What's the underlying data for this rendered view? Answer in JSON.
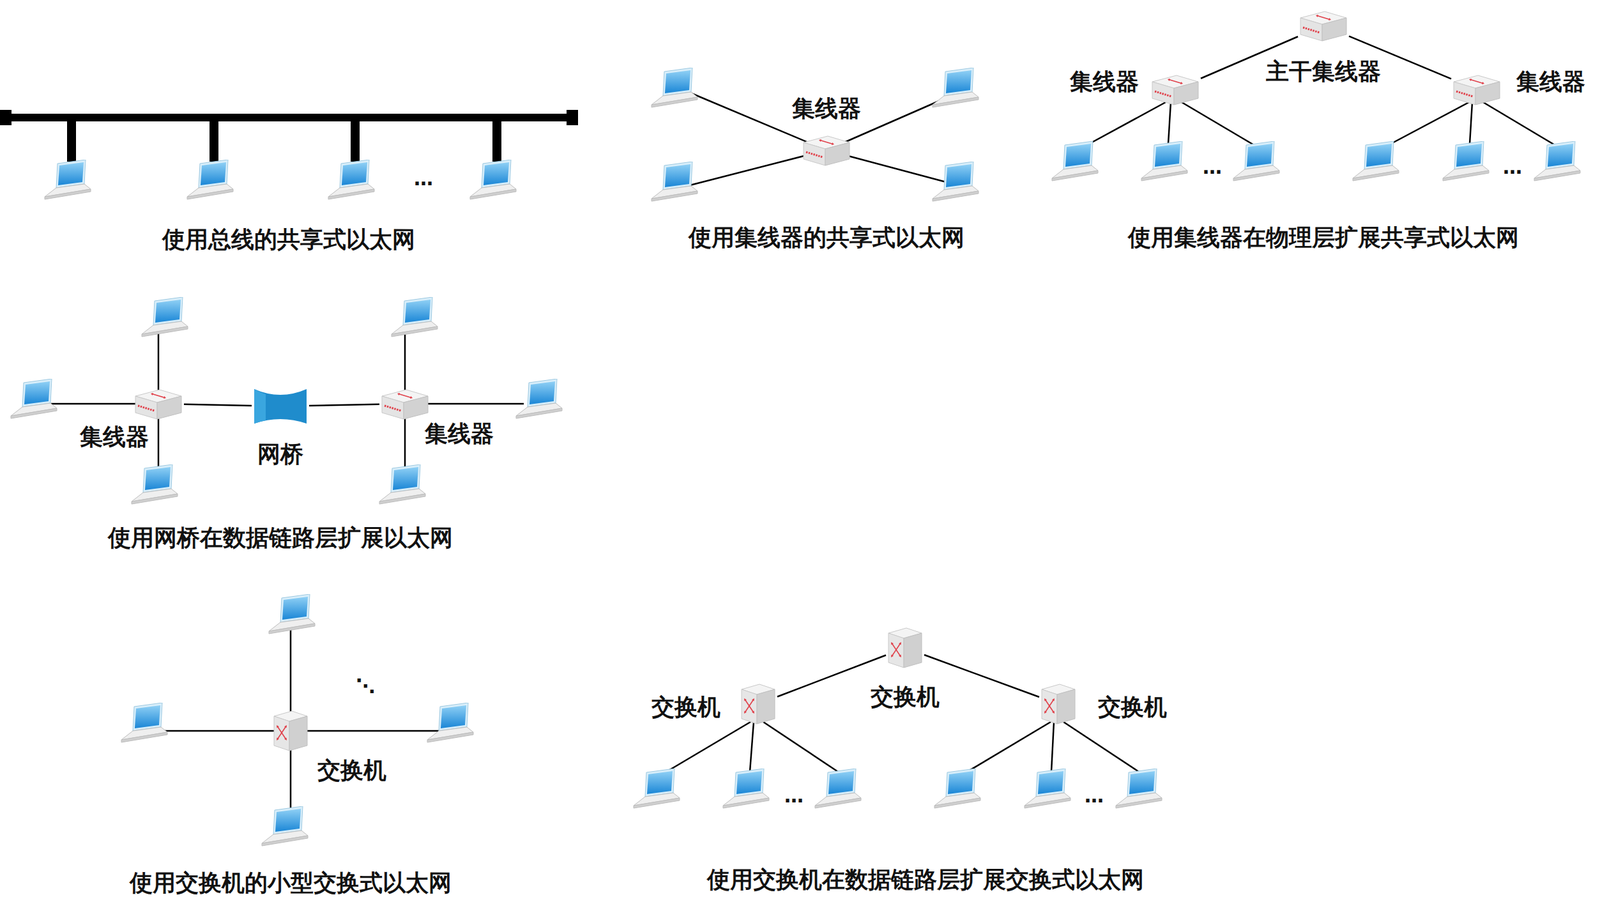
{
  "diagram": {
    "nodes": [
      {
        "text": [
          "集线器"
        ]
      },
      {
        "text": [
          "主干集线器"
        ]
      },
      {
        "text": [
          "集线器"
        ]
      },
      {
        "text": [
          "集线器"
        ]
      },
      {
        "text": [
          "集线器"
        ]
      },
      {
        "text": [
          "网桥"
        ]
      },
      {
        "text": [
          "集线器"
        ]
      },
      {
        "text": [
          "交换机"
        ]
      },
      {
        "text": [
          "交换机"
        ]
      },
      {
        "text": [
          "交换机"
        ]
      },
      {
        "text": [
          "交换机"
        ]
      }
    ],
    "edges": [
      {
        "from": 1,
        "to": 2,
        "arrow": "none"
      },
      {
        "from": 1,
        "to": 3,
        "arrow": "none"
      },
      {
        "from": 4,
        "to": 5,
        "arrow": "none"
      },
      {
        "from": 5,
        "to": 6,
        "arrow": "none"
      },
      {
        "from": 8,
        "to": 9,
        "arrow": "none"
      },
      {
        "from": 8,
        "to": 10,
        "arrow": "none"
      }
    ],
    "labels": [
      "…",
      "使用总线的共享式以太网",
      "使用集线器的共享式以太网",
      "…",
      "…",
      "使用集线器在物理层扩展共享式以太网",
      "使用网桥在数据链路层扩展以太网",
      "⋱",
      "使用交换机的小型交换式以太网",
      "…",
      "…",
      "使用交换机在数据链路层扩展交换式以太网"
    ]
  }
}
